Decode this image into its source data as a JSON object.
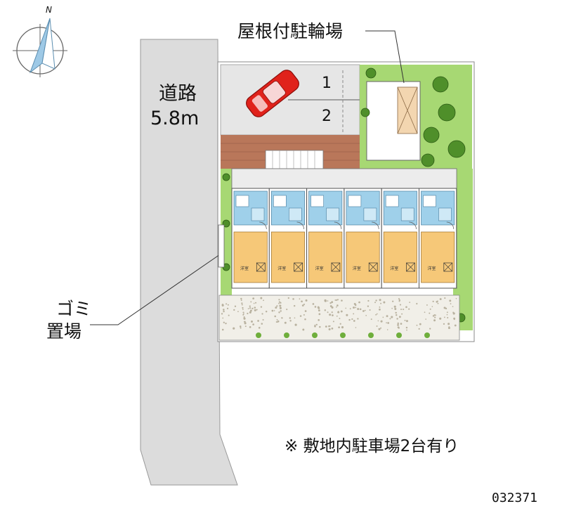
{
  "labels": {
    "compass_north": "N",
    "road_name": "道路",
    "road_width": "5.8m",
    "bike_parking": "屋根付駐輪場",
    "garbage_line1": "ゴミ",
    "garbage_line2": "置場",
    "parking_slot_1": "1",
    "parking_slot_2": "2",
    "parking_note": "※ 敷地内駐車場2台有り",
    "property_code": "032371"
  },
  "units": {
    "count": 6,
    "room_label": "洋室"
  },
  "colors": {
    "road": "#dcdcdc",
    "parking": "#e6e6e6",
    "brick": "#b9775a",
    "lawn": "#a7d873",
    "tree": "#4f8f2a",
    "room_floor": "#f6c878",
    "wet_area": "#9fd0ea",
    "gravel": "#f1efe8",
    "car": "#e0221b"
  },
  "icons": [
    "compass-icon",
    "car-icon",
    "tree-icon"
  ]
}
